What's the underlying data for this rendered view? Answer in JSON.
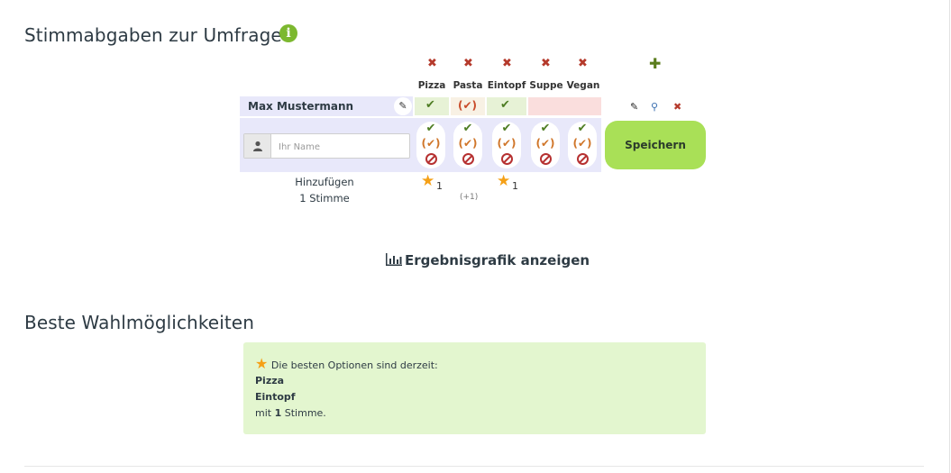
{
  "poll": {
    "title": "Stimmabgaben zur Umfrage",
    "info_icon": "info-circle-icon",
    "options": [
      "Pizza",
      "Pasta",
      "Eintopf",
      "Suppe",
      "Vegan"
    ],
    "participant": {
      "name": "Max Mustermann",
      "votes": [
        "yes",
        "ifneedbe",
        "yes",
        "no",
        "no"
      ]
    },
    "name_placeholder": "Ihr Name",
    "save_label": "Speichern",
    "add_label": "Hinzufügen",
    "vote_count_label": "1 Stimme",
    "star_counts": [
      "1",
      "",
      "1",
      "",
      ""
    ],
    "plus_one": "(+1)",
    "chart_link_label": "Ergebnisgrafik anzeigen"
  },
  "best": {
    "title": "Beste Wahlmöglichkeiten",
    "intro": "Die besten Optionen sind derzeit:",
    "items": [
      "Pizza",
      "Eintopf"
    ],
    "suffix_prefix": "mit",
    "suffix_count": "1",
    "suffix_end": "Stimme."
  },
  "colors": {
    "accent_green": "#a9e057",
    "yes_bg": "#e7f2d6",
    "no_bg": "#fadedd",
    "band": "#e8e8fa",
    "box_green": "#e3f6cf"
  }
}
